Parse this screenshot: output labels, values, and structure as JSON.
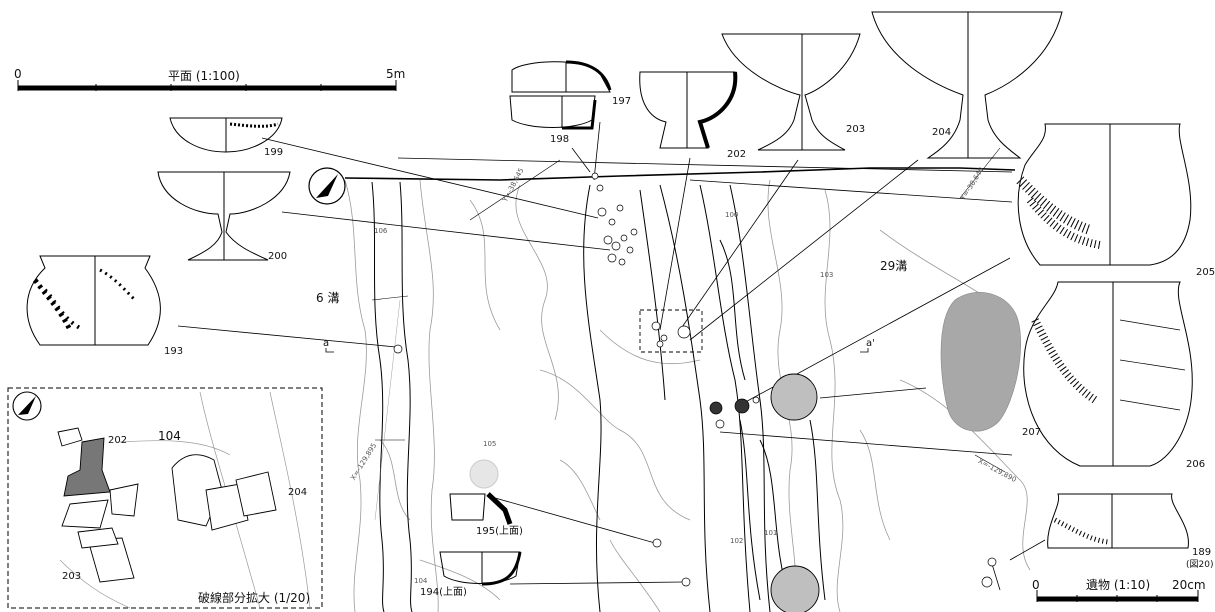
{
  "scale_plan": {
    "zero": "0",
    "title": "平面 (1:100)",
    "end": "5m"
  },
  "scale_artifact": {
    "zero": "0",
    "title": "遺物 (1:10)",
    "end": "20cm"
  },
  "inset": {
    "caption": "破線部分拡大 (1/20)",
    "contour": "104",
    "labels": [
      "202",
      "203",
      "204"
    ]
  },
  "features": {
    "ditch6": "6 溝",
    "ditch29": "29溝",
    "section_a": "a",
    "section_a2": "a'"
  },
  "artifacts": [
    "189",
    "193",
    "194(上面)",
    "195(上面)",
    "197",
    "198",
    "199",
    "200",
    "202",
    "203",
    "204",
    "205",
    "206",
    "207"
  ],
  "artifact_ref": "(図20)",
  "contours": [
    "104",
    "105",
    "106",
    "103",
    "101",
    "102",
    "100"
  ],
  "coords": [
    "Y=-38,645",
    "Y=-38,640",
    "X=-129,895",
    "X=-129,890"
  ]
}
